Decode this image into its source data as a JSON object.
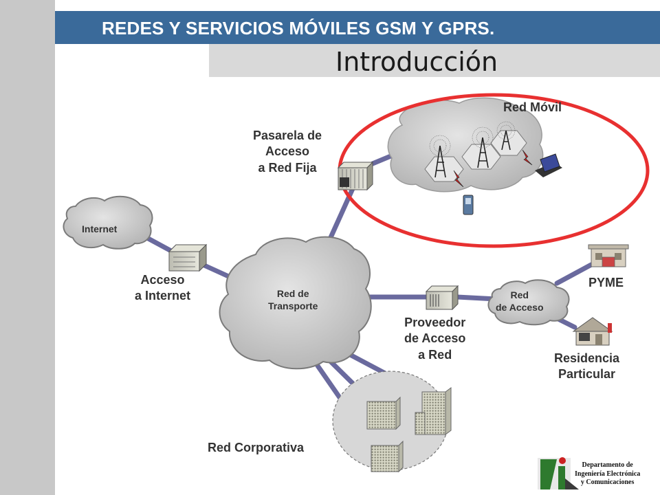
{
  "header": {
    "title": "REDES Y SERVICIOS MÓVILES GSM Y GPRS.",
    "subtitle": "Introducción"
  },
  "diagram": {
    "nodes": {
      "internet": "Internet",
      "transport": [
        "Red de",
        "Transporte"
      ],
      "access_internet": [
        "Acceso",
        "a Internet"
      ],
      "gateway": [
        "Pasarela de",
        "Acceso",
        "a Red Fija"
      ],
      "mobile": "Red Móvil",
      "access_net": [
        "Red",
        "de Acceso"
      ],
      "provider": [
        "Proveedor",
        "de Acceso",
        "a Red"
      ],
      "pyme": "PYME",
      "residence": [
        "Residencia",
        "Particular"
      ],
      "corporate": "Red Corporativa"
    }
  },
  "footer": {
    "department": [
      "Departamento de",
      "Ingeniería Electrónica",
      "y Comunicaciones"
    ]
  },
  "colors": {
    "header_bar": "#3a6a9a",
    "sidebar": "#c8c8c8",
    "link": "#6a6a9e",
    "highlight_ellipse": "#e83030",
    "cloud": "#c4c4c4"
  }
}
